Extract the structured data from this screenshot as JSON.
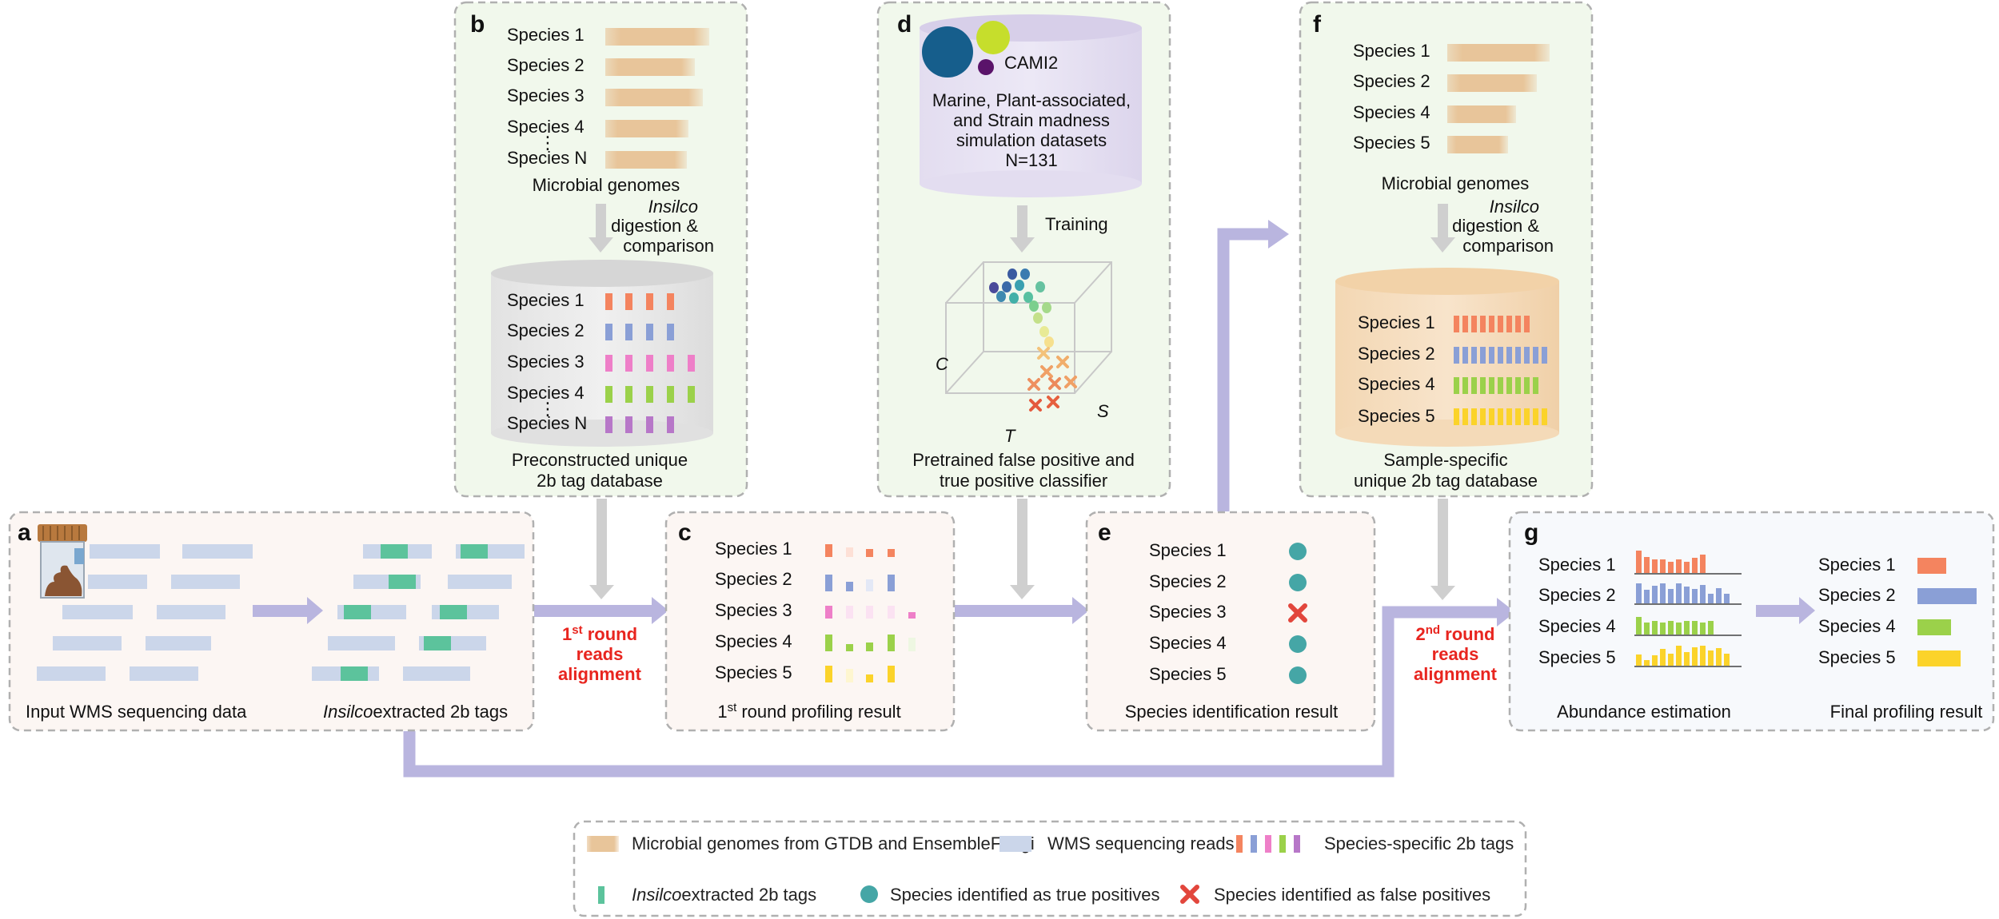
{
  "panels": {
    "a": {
      "letter": "a",
      "caption_input": "Input WMS sequencing data",
      "caption_tags_italic": "Insilco",
      "caption_tags_rest": "extracted 2b tags"
    },
    "b": {
      "letter": "b",
      "genomes": [
        "Species 1",
        "Species 2",
        "Species 3",
        "Species 4",
        "Species N"
      ],
      "genomes_label": "Microbial genomes",
      "process_italic": "Insilco",
      "process_line2": "digestion &",
      "process_line3": "comparison",
      "db_species": [
        "Species 1",
        "Species 2",
        "Species 3",
        "Species 4",
        "Species N"
      ],
      "caption_line1": "Preconstructed unique",
      "caption_line2": "2b tag database"
    },
    "c": {
      "letter": "c",
      "species": [
        "Species 1",
        "Species 2",
        "Species 3",
        "Species 4",
        "Species 5"
      ],
      "caption_sup": "st",
      "caption_pre": "1",
      "caption_post": " round profiling result"
    },
    "d": {
      "letter": "d",
      "cami": "CAMI2",
      "db_line1": "Marine, Plant-associated,",
      "db_line2": "and Strain madness",
      "db_line3": "simulation datasets",
      "db_line4": "N=131",
      "training": "Training",
      "axis_c": "C",
      "axis_t": "T",
      "axis_s": "S",
      "caption_line1": "Pretrained false positive and",
      "caption_line2": "true positive classifier"
    },
    "e": {
      "letter": "e",
      "species": [
        "Species 1",
        "Species 2",
        "Species 3",
        "Species 4",
        "Species 5"
      ],
      "caption": "Species identification result"
    },
    "f": {
      "letter": "f",
      "genomes": [
        "Species 1",
        "Species 2",
        "Species 4",
        "Species 5"
      ],
      "genomes_label": "Microbial genomes",
      "process_italic": "Insilco",
      "process_line2": "digestion &",
      "process_line3": "comparison",
      "db_species": [
        "Species 1",
        "Species 2",
        "Species 4",
        "Species 5"
      ],
      "caption_line1": "Sample-specific",
      "caption_line2": "unique 2b tag database"
    },
    "g": {
      "letter": "g",
      "species_left": [
        "Species 1",
        "Species 2",
        "Species 4",
        "Species 5"
      ],
      "species_right": [
        "Species 1",
        "Species 2",
        "Species 4",
        "Species 5"
      ],
      "caption_left": "Abundance estimation",
      "caption_right": "Final profiling result"
    }
  },
  "alignment1": {
    "sup": "st",
    "pre": "1",
    "post": " round",
    "line2": "reads",
    "line3": "alignment"
  },
  "alignment2": {
    "sup": "nd",
    "pre": "2",
    "post": " round",
    "line2": "reads",
    "line3": "alignment"
  },
  "legend": {
    "genomes": "Microbial genomes from GTDB and EnsembleFungi",
    "reads": "WMS sequencing reads",
    "tags": "Species-specific 2b tags",
    "extracted_italic": "Insilco",
    "extracted_rest": "extracted 2b tags",
    "true_pos": "Species identified as true positives",
    "false_pos": "Species identified as false positives"
  },
  "colors": {
    "arrow": "#b9b5df",
    "gray_arrow": "#cfcfcf",
    "genome_bar": "#e8c59a",
    "read_bar": "#cbd6ea",
    "extracted_tag": "#5cc39c",
    "true_positive": "#45a6a6",
    "false_positive": "#e2463c",
    "species_tags": [
      "#f4845f",
      "#8a9fd6",
      "#ee7fc8",
      "#9bd14a",
      "#b777c8",
      "#fbd32a"
    ],
    "red_text": "#e8251f"
  }
}
